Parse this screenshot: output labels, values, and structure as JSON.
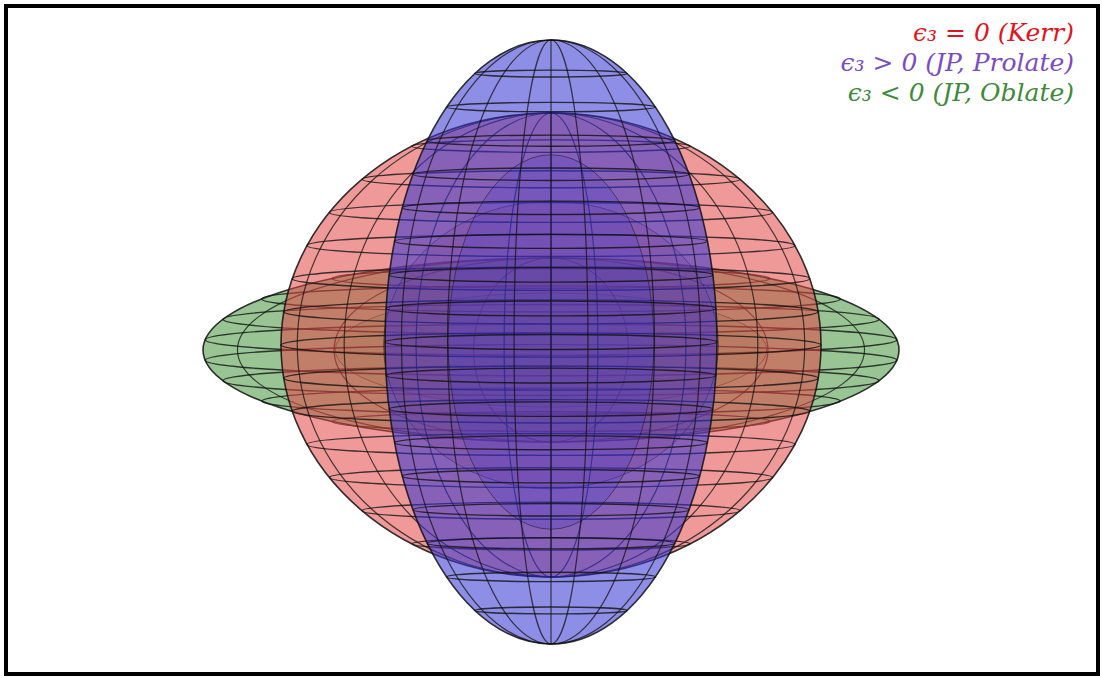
{
  "diagram": {
    "legend": [
      {
        "text": "ϵ₃ = 0 (Kerr)",
        "color": "#e0141e"
      },
      {
        "text": "ϵ₃ > 0 (JP, Prolate)",
        "color": "#7a4cc4"
      },
      {
        "text": "ϵ₃ < 0 (JP, Oblate)",
        "color": "#3f8a3a"
      }
    ]
  }
}
